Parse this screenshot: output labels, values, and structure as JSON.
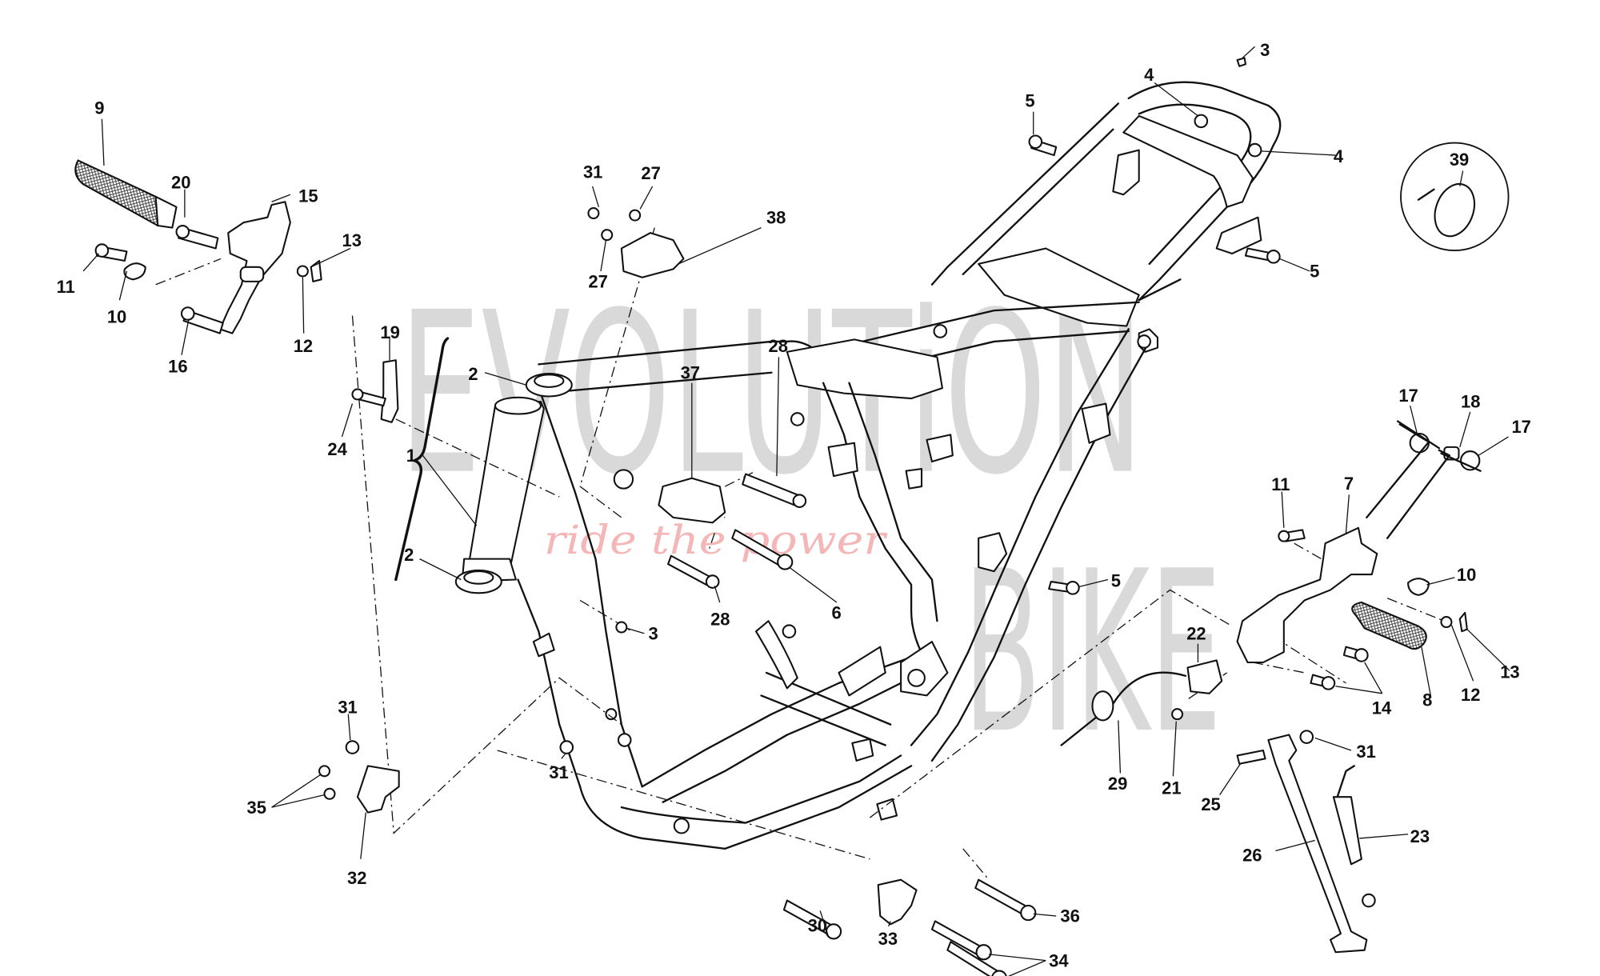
{
  "diagram": {
    "type": "exploded parts diagram",
    "subject": "motorcycle frame and stands",
    "watermark": {
      "brand_line1": "EVOLUTiON",
      "brand_line2": "BIKE",
      "tagline": "ride the power"
    },
    "detail_inset": {
      "callout": "39",
      "part": "cable tie"
    },
    "callouts": [
      {
        "id": "c1",
        "label": "1",
        "part": "frame"
      },
      {
        "id": "c2a",
        "label": "2",
        "part": "steering bearing upper"
      },
      {
        "id": "c2b",
        "label": "2",
        "part": "steering bearing lower"
      },
      {
        "id": "c3a",
        "label": "3",
        "part": "plug rear"
      },
      {
        "id": "c3b",
        "label": "3",
        "part": "plug front"
      },
      {
        "id": "c4a",
        "label": "4",
        "part": "rubber buffer"
      },
      {
        "id": "c4b",
        "label": "4",
        "part": "rubber buffer"
      },
      {
        "id": "c5a",
        "label": "5",
        "part": "screw"
      },
      {
        "id": "c5b",
        "label": "5",
        "part": "screw"
      },
      {
        "id": "c5c",
        "label": "5",
        "part": "screw"
      },
      {
        "id": "c6",
        "label": "6",
        "part": "screw"
      },
      {
        "id": "c7",
        "label": "7",
        "part": "right footrest bracket"
      },
      {
        "id": "c8",
        "label": "8",
        "part": "right footrest"
      },
      {
        "id": "c9",
        "label": "9",
        "part": "left footrest"
      },
      {
        "id": "c10a",
        "label": "10",
        "part": "spring"
      },
      {
        "id": "c10b",
        "label": "10",
        "part": "spring"
      },
      {
        "id": "c11a",
        "label": "11",
        "part": "pin"
      },
      {
        "id": "c11b",
        "label": "11",
        "part": "pin"
      },
      {
        "id": "c12a",
        "label": "12",
        "part": "washer"
      },
      {
        "id": "c12b",
        "label": "12",
        "part": "washer"
      },
      {
        "id": "c13a",
        "label": "13",
        "part": "clip"
      },
      {
        "id": "c13b",
        "label": "13",
        "part": "clip"
      },
      {
        "id": "c14",
        "label": "14",
        "part": "screws"
      },
      {
        "id": "c15",
        "label": "15",
        "part": "left footrest bracket"
      },
      {
        "id": "c16",
        "label": "16",
        "part": "screw"
      },
      {
        "id": "c17a",
        "label": "17",
        "part": "bearing"
      },
      {
        "id": "c17b",
        "label": "17",
        "part": "bearing"
      },
      {
        "id": "c18",
        "label": "18",
        "part": "spacer"
      },
      {
        "id": "c19",
        "label": "19",
        "part": "bracket"
      },
      {
        "id": "c20",
        "label": "20",
        "part": "screw"
      },
      {
        "id": "c21",
        "label": "21",
        "part": "screw"
      },
      {
        "id": "c22",
        "label": "22",
        "part": "side stand switch"
      },
      {
        "id": "c23",
        "label": "23",
        "part": "spring"
      },
      {
        "id": "c24",
        "label": "24",
        "part": "screw"
      },
      {
        "id": "c25",
        "label": "25",
        "part": "bolt"
      },
      {
        "id": "c26",
        "label": "26",
        "part": "side stand"
      },
      {
        "id": "c27a",
        "label": "27",
        "part": "nut"
      },
      {
        "id": "c27b",
        "label": "27",
        "part": "nut"
      },
      {
        "id": "c28a",
        "label": "28",
        "part": "bolt"
      },
      {
        "id": "c28b",
        "label": "28",
        "part": "bolt"
      },
      {
        "id": "c29",
        "label": "29",
        "part": "cable tie"
      },
      {
        "id": "c30",
        "label": "30",
        "part": "bolt"
      },
      {
        "id": "c31a",
        "label": "31",
        "part": "nut"
      },
      {
        "id": "c31b",
        "label": "31",
        "part": "nut"
      },
      {
        "id": "c31c",
        "label": "31",
        "part": "nut"
      },
      {
        "id": "c31d",
        "label": "31",
        "part": "nut"
      },
      {
        "id": "c32",
        "label": "32",
        "part": "engine bracket left"
      },
      {
        "id": "c33",
        "label": "33",
        "part": "engine bracket right"
      },
      {
        "id": "c34",
        "label": "34",
        "part": "bolts"
      },
      {
        "id": "c35",
        "label": "35",
        "part": "nuts"
      },
      {
        "id": "c36",
        "label": "36",
        "part": "bolt"
      },
      {
        "id": "c37",
        "label": "37",
        "part": "engine bracket front"
      },
      {
        "id": "c38",
        "label": "38",
        "part": "engine bracket upper"
      },
      {
        "id": "c39",
        "label": "39",
        "part": "cable tie"
      }
    ]
  }
}
